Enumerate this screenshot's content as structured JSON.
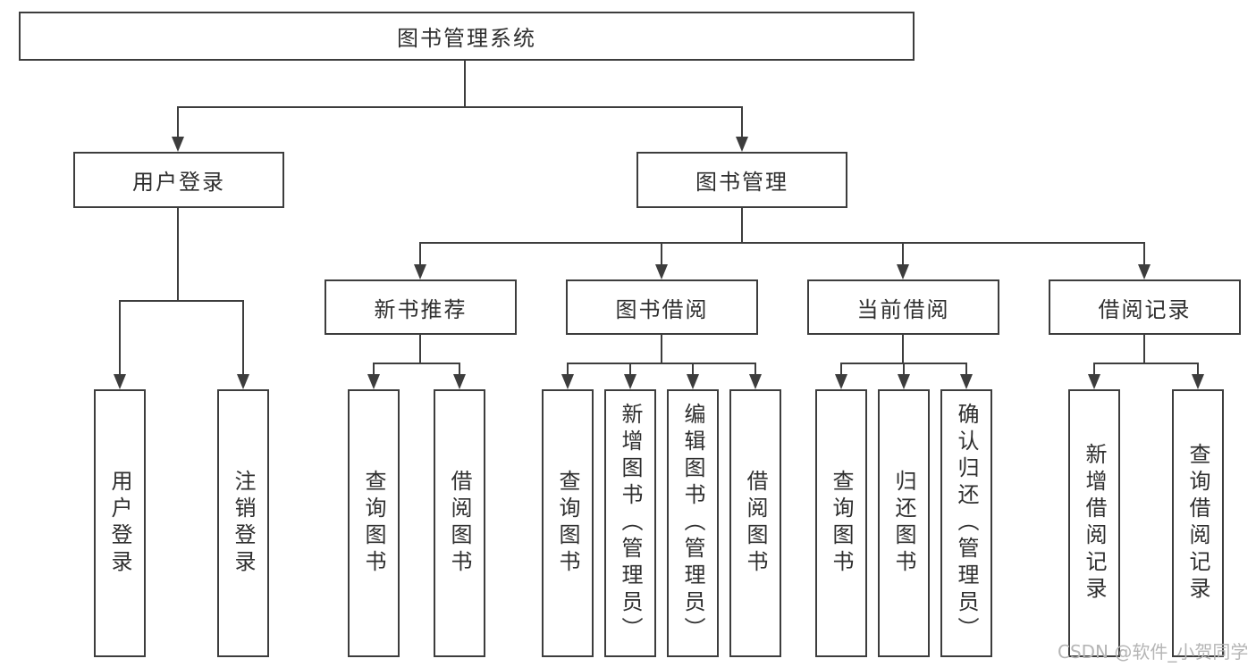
{
  "diagram": {
    "root": {
      "label": "图书管理系统"
    },
    "level2": [
      {
        "label": "用户登录"
      },
      {
        "label": "图书管理"
      }
    ],
    "level3": [
      {
        "label": "新书推荐"
      },
      {
        "label": "图书借阅"
      },
      {
        "label": "当前借阅"
      },
      {
        "label": "借阅记录"
      }
    ],
    "leaves": {
      "login": [
        "用户登录",
        "注销登录"
      ],
      "recommend": [
        "查询图书",
        "借阅图书"
      ],
      "borrow": [
        "查询图书",
        "新增图书（管理员）",
        "编辑图书（管理员）",
        "借阅图书"
      ],
      "current": [
        "查询图书",
        "归还图书",
        "确认归还（管理员）"
      ],
      "records": [
        "新增借阅记录",
        "查询借阅记录"
      ]
    }
  },
  "watermark": "CSDN @软件_小贺同学",
  "colors": {
    "line": "#3d3d3d",
    "text": "#2f2f2f",
    "watermark": "#b5b5b5",
    "background": "#ffffff"
  }
}
